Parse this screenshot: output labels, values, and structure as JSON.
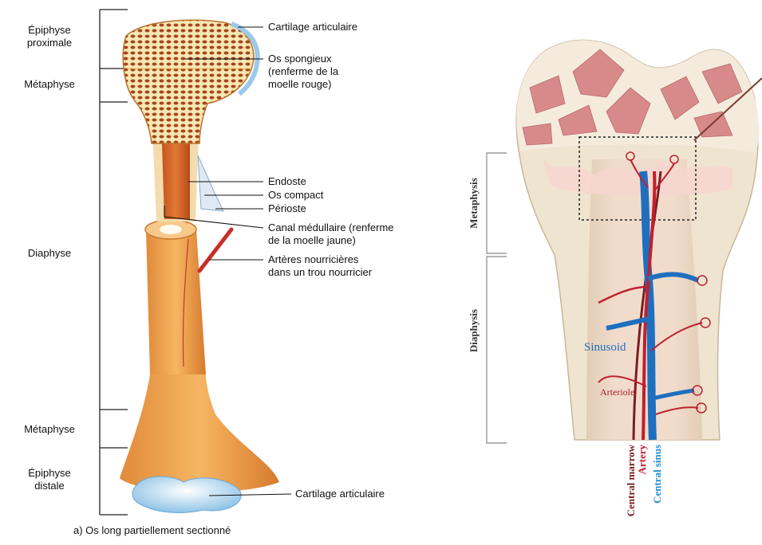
{
  "left_figure": {
    "regions": [
      "Épiphyse",
      "proximale",
      "Métaphyse",
      "Diaphyse",
      "Métaphyse",
      "Épiphyse",
      "distale"
    ],
    "callouts": [
      "Cartilage articulaire",
      "Os spongieux",
      "(renferme de la",
      "moelle rouge)",
      "Endoste",
      "Os compact",
      "Périoste",
      "Canal médullaire (renferme",
      "de la moelle jaune)",
      "Artères nourricières",
      "dans un trou nourricier",
      "Cartilage articulaire"
    ],
    "caption": "a) Os long partiellement sectionné"
  },
  "right_figure": {
    "side_labels": [
      "Metaphysis",
      "Diaphysis"
    ],
    "vessel_labels": [
      "Sinusoid",
      "Arteriole"
    ],
    "bottom_labels": [
      "Central marrow",
      "Artery",
      "Central sinus"
    ],
    "colors": {
      "artery": "#c0202e",
      "sinus": "#1f6fbf",
      "marrow": "#7a1e1e",
      "bone": "#efe4cf"
    }
  }
}
